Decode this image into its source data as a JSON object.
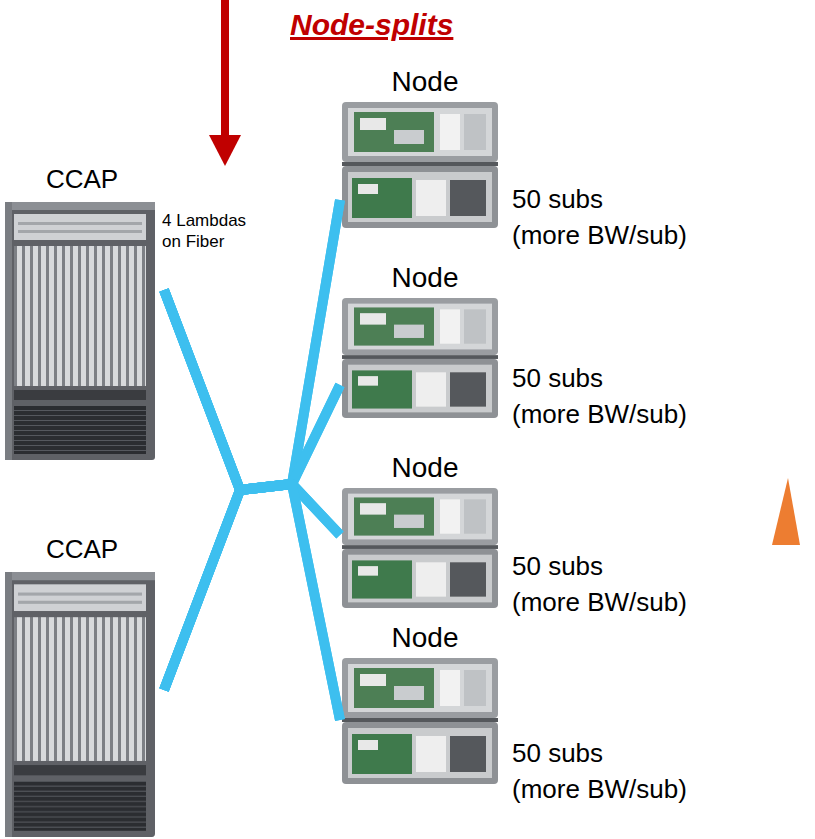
{
  "diagram": {
    "nodes": [
      {
        "text": [
          "CCAP"
        ]
      },
      {
        "text": [
          "CCAP"
        ]
      },
      {
        "text": [
          "Node"
        ]
      },
      {
        "text": [
          "Node"
        ]
      },
      {
        "text": [
          "Node"
        ]
      },
      {
        "text": [
          "Node"
        ]
      }
    ],
    "edges": [
      {
        "from": 0,
        "to": 2,
        "arrow": "none"
      },
      {
        "from": 0,
        "to": 3,
        "arrow": "none"
      },
      {
        "from": 0,
        "to": 4,
        "arrow": "none"
      },
      {
        "from": 0,
        "to": 5,
        "arrow": "none"
      },
      {
        "from": 1,
        "to": 2,
        "arrow": "none"
      },
      {
        "from": 1,
        "to": 3,
        "arrow": "none"
      },
      {
        "from": 1,
        "to": 4,
        "arrow": "none"
      },
      {
        "from": 1,
        "to": 5,
        "arrow": "none"
      }
    ],
    "labels": [
      "Node-splits",
      "4 Lambdas on Fiber",
      "50 subs (more BW/sub)",
      "50 subs (more BW/sub)",
      "50 subs (more BW/sub)",
      "50 subs (more BW/sub)"
    ]
  }
}
